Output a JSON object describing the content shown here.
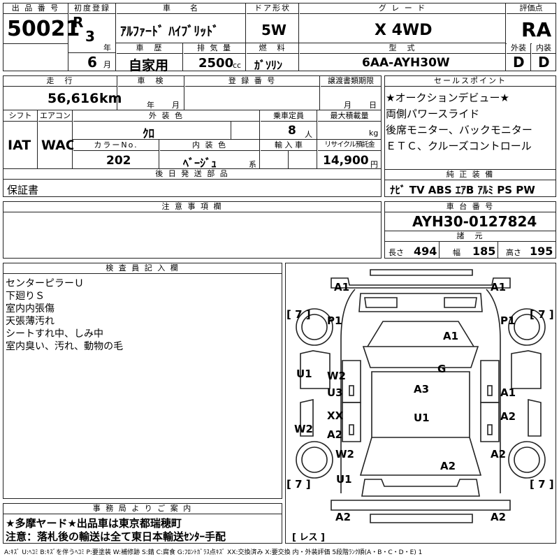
{
  "header": {
    "lot_label": "出 品 番 号",
    "lot_no": "50021",
    "first_reg_label": "初度登録",
    "era": "R",
    "year": "3",
    "year_unit": "年",
    "month": "6",
    "month_unit": "月",
    "name_label": "車　　名",
    "name": "ｱﾙﾌｧｰﾄﾞ ﾊｲﾌﾞﾘｯﾄﾞ",
    "door_label": "ドア形状",
    "door": "5W",
    "grade_label": "グ レ ー ド",
    "grade": "X 4WD",
    "score_label": "評価点",
    "score": "RA",
    "history_label": "車　歴",
    "history": "自家用",
    "displacement_label": "排 気 量",
    "displacement": "2500",
    "cc": "cc",
    "fuel_label": "燃　料",
    "fuel": "ｶﾞｿﾘﾝ",
    "model_label": "型　式",
    "model": "6AA-AYH30W",
    "ext_label": "外装",
    "int_label": "内装",
    "ext_score": "D",
    "int_score": "D"
  },
  "row2": {
    "mileage_label": "走　行",
    "mileage": "56,616",
    "km": "km",
    "inspection_label": "車　検",
    "year_unit": "年",
    "month_unit": "月",
    "plate_label": "登 録 番 号",
    "transfer_label": "譲渡書類期限",
    "day_unit": "日",
    "shift_label": "シフト",
    "shift": "IAT",
    "ac_label": "エアコン",
    "ac": "WAC",
    "color_label": "外 装 色",
    "color": "ｸﾛ",
    "capacity_label": "乗車定員",
    "capacity": "8",
    "capacity_unit": "人",
    "load_label": "最大積載量",
    "kg": "kg",
    "colorno_label": "カラーNo.",
    "colorno": "202",
    "int_color_label": "内 装 色",
    "int_color": "ﾍﾞｰｼﾞｭ",
    "int_color_unit": "系",
    "import_label": "輸 入 車",
    "recycle_label": "リサイクル預託金",
    "recycle": "14,900",
    "yen": "円",
    "later_label": "後 日 発 送 部 品",
    "later": "保証書"
  },
  "sales": {
    "label": "セールスポイント",
    "lines": [
      "★オークションデビュー★",
      "両側パワースライド",
      "後席モニター、バックモニター",
      "ＥＴＣ、クルーズコントロール"
    ]
  },
  "equipment": {
    "label": "純 正 装 備",
    "items": "ﾅﾋﾞ  TV  ABS ｴｱB ｱﾙﾐ PS PW"
  },
  "caution": {
    "label": "注 意 事 項 欄"
  },
  "chassis": {
    "label": "車 台 番 号",
    "number": "AYH30-0127824",
    "spec_label": "諸　元",
    "length_label": "長さ",
    "length": "494",
    "width_label": "幅",
    "width": "185",
    "height_label": "高さ",
    "height": "195"
  },
  "inspector": {
    "label": "検 査 員 記 入 欄",
    "notes": [
      "センターピラーＵ",
      "下廻りＳ",
      "室内内張傷",
      "天張薄汚れ",
      "シートすれ中、しみ中",
      "室内臭い、汚れ、動物の毛"
    ]
  },
  "office": {
    "label": "事 務 局 よ り ご 案 内",
    "lines": [
      "★多摩ヤード★出品車は東京都瑞穂町",
      "注意：落札後の輸送は全て東日本輸送ｾﾝﾀｰ手配"
    ]
  },
  "diagram": {
    "marks": {
      "a1_fl": "A1",
      "a1_fr": "A1",
      "p1_l": "P1",
      "p1_r": "P1",
      "a1_hood": "A1",
      "u1_l": "U1",
      "g_glass": "G",
      "w2_l": "W2",
      "u3": "U3",
      "a3_roof": "A3",
      "a1_r": "A1",
      "xx": "XX",
      "a2_l": "A2",
      "u1_roof": "U1",
      "a2_r": "A2",
      "w2_side": "W2",
      "w2_l2": "W2",
      "a2_rr": "A2",
      "a2_tail": "A2",
      "u1_l2": "U1",
      "a2_bl": "A2",
      "a2_br": "A2"
    },
    "brackets": {
      "tl": "[ 7 ]",
      "tr": "[ 7 ]",
      "bl": "[ 7 ]",
      "br": "[ 7 ]",
      "res": "[ レス ]"
    }
  },
  "legend": "A:ｷｽﾞ U:ﾍｺﾐ B:ｷｽﾞを伴うﾍｺﾐ P:要塗装 W:補修跡 S:錆 C:腐食 G:ﾌﾛﾝﾄｶﾞﾗｽ点ｷｽﾞ XX:交換済み X:要交換 内・外装評価 5段階ﾗﾝｸ順(A・B・C・D・E) 1"
}
